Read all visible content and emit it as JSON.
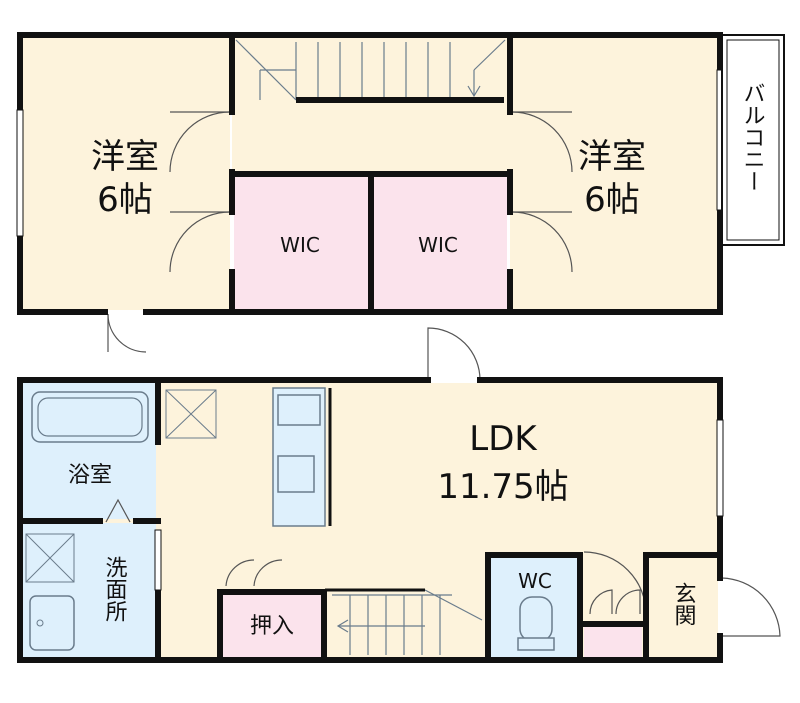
{
  "colors": {
    "room_floor": "#fdf3dc",
    "closet": "#fbe3ec",
    "wet_area": "#def0fc",
    "wall": "#111111",
    "fixture_line": "#6a7c8c"
  },
  "upper_floor": {
    "room_left": {
      "name": "洋室",
      "size": "6帖"
    },
    "room_right": {
      "name": "洋室",
      "size": "6帖"
    },
    "wic_left": "WIC",
    "wic_right": "WIC",
    "balcony": "バルコニー"
  },
  "lower_floor": {
    "ldk": {
      "name": "LDK",
      "size": "11.75帖"
    },
    "bath": "浴室",
    "washroom": "洗面所",
    "closet": "押入",
    "toilet": "WC",
    "entrance": "玄関"
  }
}
